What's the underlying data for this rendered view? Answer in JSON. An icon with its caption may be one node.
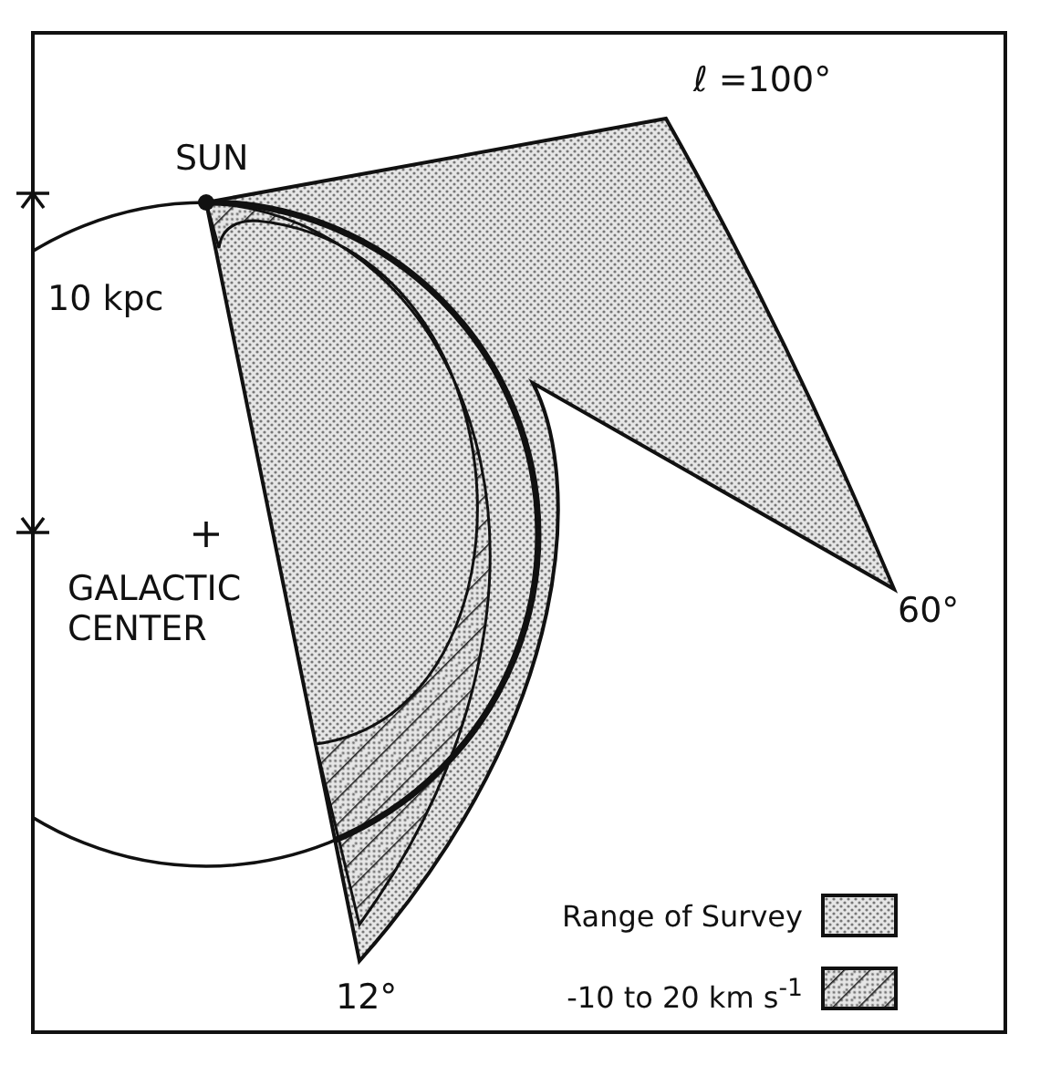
{
  "diagram": {
    "labels": [
      "SUN",
      "ℓ =100°",
      "10 kpc",
      "GALACTIC CENTER",
      "60°",
      "12°"
    ],
    "legend": [
      {
        "text": "Range of Survey"
      },
      {
        "text": "-10 to 20 km s$^{-1}$"
      }
    ]
  }
}
